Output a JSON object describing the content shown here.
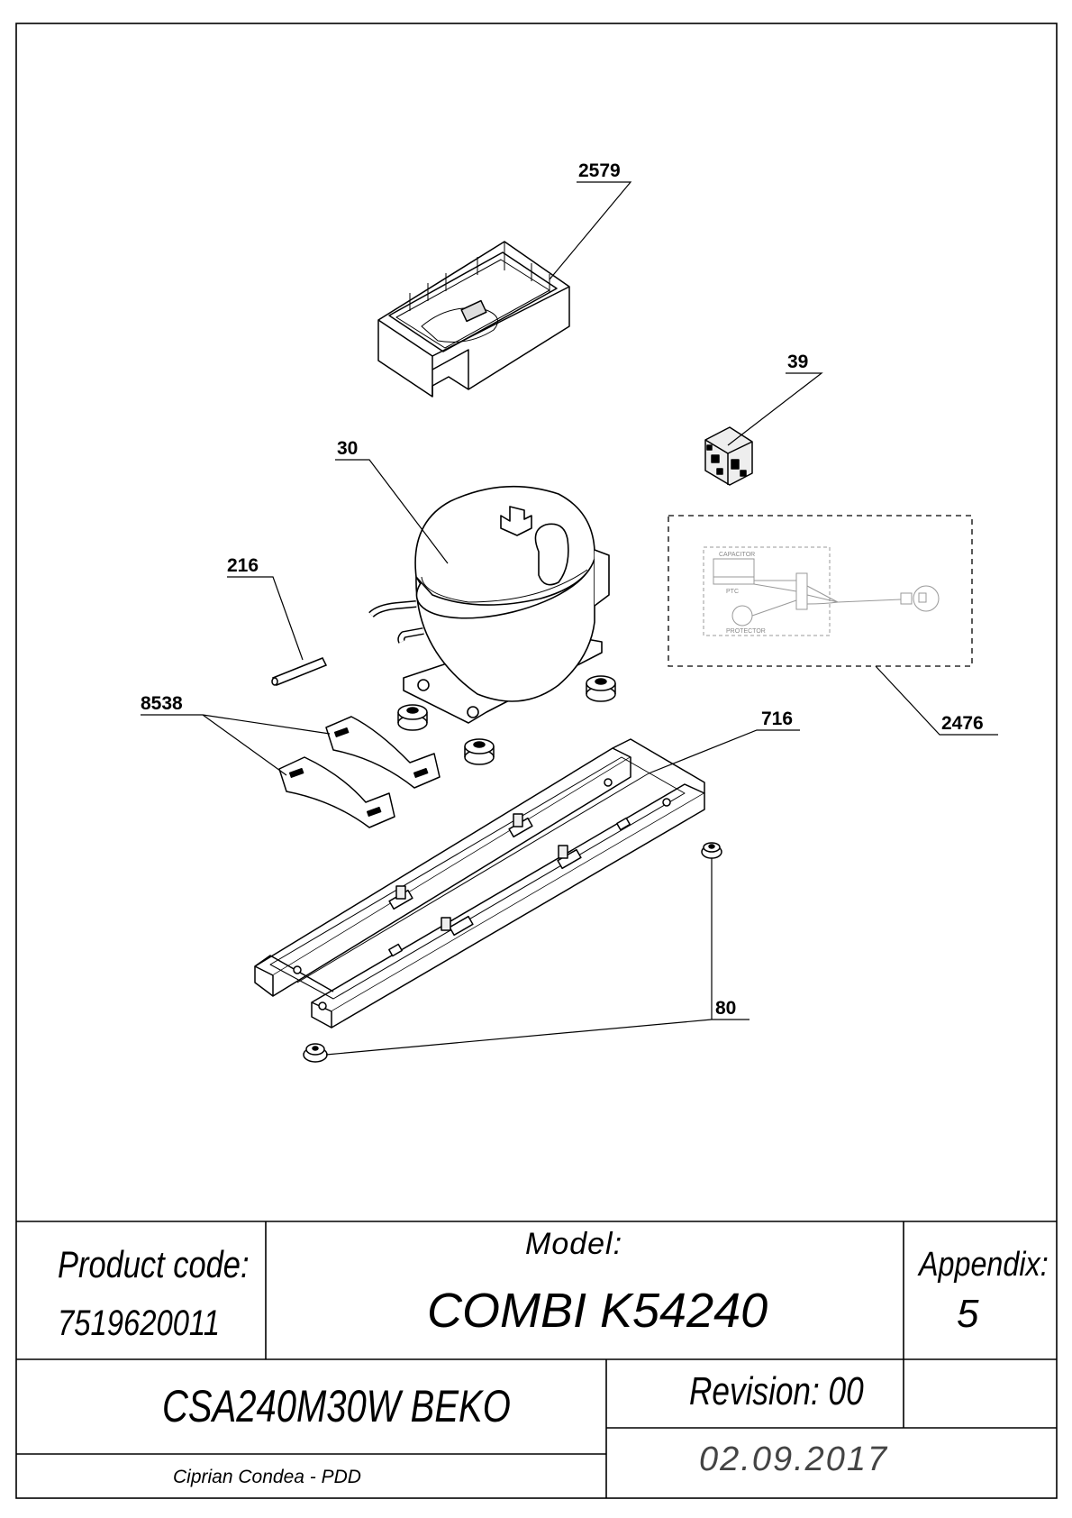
{
  "parts": {
    "p2579": "2579",
    "p39": "39",
    "p30": "30",
    "p216": "216",
    "p8538": "8538",
    "p716": "716",
    "p2476": "2476",
    "p80": "80"
  },
  "wiring": {
    "capacitor": "CAPACITOR",
    "ptc": "PTC",
    "protector": "PROTECTOR"
  },
  "title_block": {
    "product_code_label": "Product code:",
    "product_code": "7519620011",
    "model_label": "Model:",
    "model": "COMBI K54240",
    "appendix_label": "Appendix:",
    "appendix": "5",
    "compressor": "CSA240M30W BEKO",
    "revision": "Revision: 00",
    "author": "Ciprian Condea - PDD",
    "date": "02.09.2017"
  }
}
